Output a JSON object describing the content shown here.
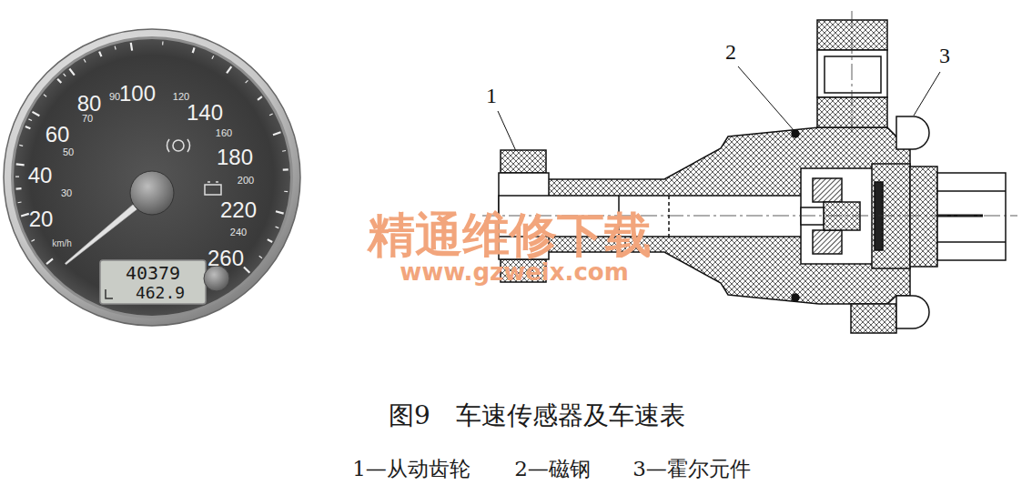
{
  "diagram": {
    "caption": "图9　车速传感器及车速表",
    "labels": [
      "20",
      "30",
      "40",
      "50",
      "60",
      "70",
      "80",
      "90",
      "100",
      "120",
      "140",
      "160",
      "180",
      "200",
      "220",
      "240",
      "260",
      "km/h",
      "40379",
      "462.9",
      "1",
      "2",
      "3",
      "精通维修下载",
      "www.gzweix.com",
      "1—从动齿轮",
      "2—磁钢",
      "3—霍尔元件"
    ]
  }
}
